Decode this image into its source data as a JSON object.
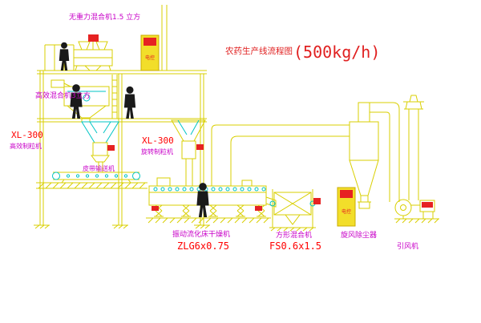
{
  "title": {
    "main": "农药生产线流程图",
    "capacity": "(500kg/h)"
  },
  "labels": {
    "top_mixer": "无重力混合机1.5 立方",
    "second_mixer": "高效混合机3立方",
    "left_granulator_model": "XL-300",
    "left_granulator_name": "高效制粒机",
    "mid_granulator_model": "XL-300",
    "mid_granulator_name": "旋转制粒机",
    "belt_conveyor": "皮带输送机",
    "fluid_bed_name": "振动流化床干燥机",
    "fluid_bed_model": "ZLG6x0.75",
    "square_mixer_name": "方形混合机",
    "square_mixer_model": "FS0.6x1.5",
    "cyclone_name": "旋风除尘器",
    "fan_name": "引风机",
    "control_box": "电控"
  },
  "colors": {
    "line_yellow": "#d9cf00",
    "accent_cyan": "#00c4c4",
    "label_magenta": "#c800c8",
    "model_red": "#ff0000",
    "title_red": "#e02020",
    "cabinet_yellow": "#f2de2a",
    "figure_black": "#1a1a1a",
    "background": "#ffffff"
  }
}
